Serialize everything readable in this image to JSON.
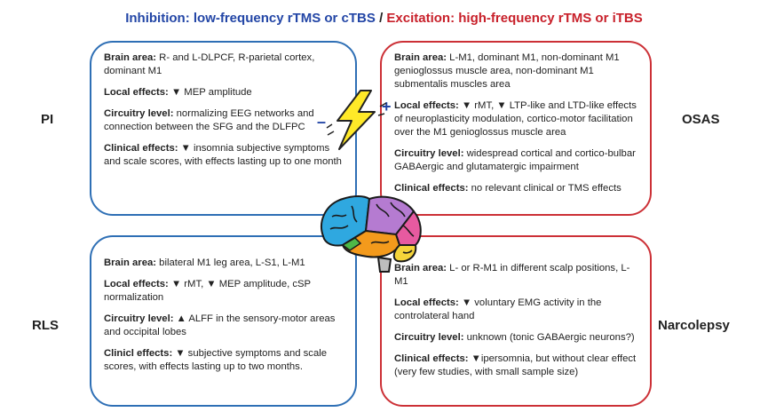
{
  "title": {
    "inhibition": "Inhibition: low-frequency rTMS or cTBS",
    "separator": "/",
    "excitation": "Excitation: high-frequency rTMS or iTBS"
  },
  "labels": {
    "pi": "PI",
    "osas": "OSAS",
    "rls": "RLS",
    "narcolepsy": "Narcolepsy"
  },
  "signs": {
    "minus": "–",
    "plus": "+"
  },
  "panels": {
    "pi": {
      "brain_area_label": "Brain area:",
      "brain_area": " R- and L-DLPCF, R-parietal cortex, dominant M1",
      "local_label": "Local effects:",
      "local": " ▼ MEP amplitude",
      "circuitry_label": "Circuitry level:",
      "circuitry": " normalizing EEG networks and connection between the SFG and the DLFPC",
      "clinical_label": "Clinical effects:",
      "clinical": " ▼ insomnia subjective symptoms and scale scores, with effects lasting up to one month"
    },
    "osas": {
      "brain_area_label": "Brain area:",
      "brain_area": " L-M1, dominant M1, non-dominant M1 genioglossus muscle area, non-dominant M1 submentalis muscles area",
      "local_label": "Local effects:",
      "local": " ▼ rMT, ▼ LTP-like and LTD-like effects of neuroplasticity modulation, cortico-motor facilitation over the M1 genioglossus muscle area",
      "circuitry_label": "Circuitry level:",
      "circuitry": " widespread cortical and cortico-bulbar GABAergic and glutamatergic impairment",
      "clinical_label": "Clinical effects:",
      "clinical": " no relevant clinical or TMS effects"
    },
    "rls": {
      "brain_area_label": "Brain area:",
      "brain_area": " bilateral M1 leg area, L-S1, L-M1",
      "local_label": "Local effects:",
      "local": " ▼ rMT, ▼ MEP amplitude, cSP normalization",
      "circuitry_label": "Circuitry level:",
      "circuitry": " ▲ ALFF in the sensory-motor areas and occipital lobes",
      "clinical_label": "Clinicl effects:",
      "clinical": " ▼ subjective symptoms and scale scores, with effects lasting up to two months."
    },
    "narcolepsy": {
      "brain_area_label": "Brain area:",
      "brain_area": " L- or R-M1 in different scalp positions, L-M1",
      "local_label": "Local effects:",
      "local": " ▼ voluntary EMG activity in the controlateral hand",
      "circuitry_label": "Circuitry level:",
      "circuitry": " unknown (tonic GABAergic neurons?)",
      "clinical_label": "Clinical effects:",
      "clinical": " ▼ipersomnia, but without clear effect (very few studies, with small sample size)"
    }
  },
  "colors": {
    "inhibition": "#2346a6",
    "excitation": "#c8202a",
    "blue_border": "#2e6fb5",
    "red_border": "#cc3036"
  }
}
